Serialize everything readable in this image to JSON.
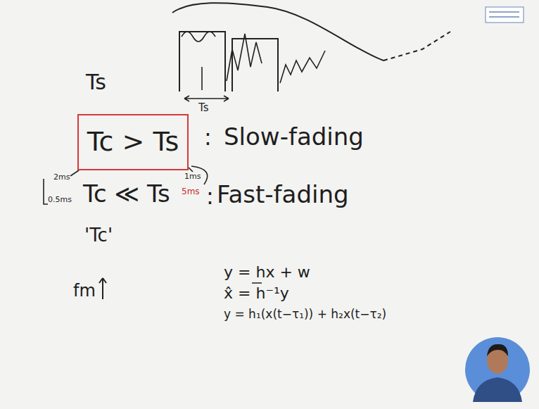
{
  "diagram": {
    "nodes": [
      {
        "text": [
          "Tc > Ts"
        ]
      }
    ],
    "edges": [],
    "labels": [
      "Ts",
      "Ts",
      ":",
      "Slow-fading",
      "2ms",
      "1ms",
      "0.5ms",
      "Tc ≪ Ts",
      "5ms",
      ":",
      "Fast-fading",
      "'Tc'",
      "fm",
      "y = hx + w",
      "x̂ = h⁻¹y",
      "y = h₁(x(t−τ₁)) + h₂x(t−τ₂)"
    ]
  }
}
